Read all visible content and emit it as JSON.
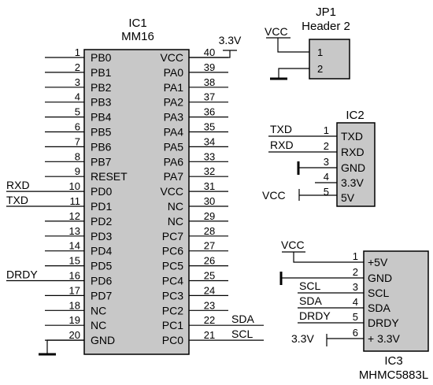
{
  "ic1": {
    "ref": "IC1",
    "part": "MM16",
    "left_pins": [
      {
        "num": "1",
        "name": "PB0",
        "net": ""
      },
      {
        "num": "2",
        "name": "PB1",
        "net": ""
      },
      {
        "num": "3",
        "name": "PB2",
        "net": ""
      },
      {
        "num": "4",
        "name": "PB3",
        "net": ""
      },
      {
        "num": "5",
        "name": "PB4",
        "net": ""
      },
      {
        "num": "6",
        "name": "PB5",
        "net": ""
      },
      {
        "num": "7",
        "name": "PB6",
        "net": ""
      },
      {
        "num": "8",
        "name": "PB7",
        "net": ""
      },
      {
        "num": "9",
        "name": "RESET",
        "net": ""
      },
      {
        "num": "10",
        "name": "PD0",
        "net": "RXD"
      },
      {
        "num": "11",
        "name": "PD1",
        "net": "TXD"
      },
      {
        "num": "12",
        "name": "PD2",
        "net": ""
      },
      {
        "num": "13",
        "name": "PD3",
        "net": ""
      },
      {
        "num": "14",
        "name": "PD4",
        "net": ""
      },
      {
        "num": "15",
        "name": "PD5",
        "net": ""
      },
      {
        "num": "16",
        "name": "PD6",
        "net": "DRDY"
      },
      {
        "num": "17",
        "name": "PD7",
        "net": ""
      },
      {
        "num": "18",
        "name": "NC",
        "net": ""
      },
      {
        "num": "19",
        "name": "NC",
        "net": ""
      },
      {
        "num": "20",
        "name": "GND",
        "net": ""
      }
    ],
    "right_pins": [
      {
        "num": "40",
        "name": "VCC",
        "net": "3.3V"
      },
      {
        "num": "39",
        "name": "PA0",
        "net": ""
      },
      {
        "num": "38",
        "name": "PA1",
        "net": ""
      },
      {
        "num": "37",
        "name": "PA2",
        "net": ""
      },
      {
        "num": "36",
        "name": "PA3",
        "net": ""
      },
      {
        "num": "35",
        "name": "PA4",
        "net": ""
      },
      {
        "num": "34",
        "name": "PA5",
        "net": ""
      },
      {
        "num": "33",
        "name": "PA6",
        "net": ""
      },
      {
        "num": "32",
        "name": "PA7",
        "net": ""
      },
      {
        "num": "31",
        "name": "VCC",
        "net": ""
      },
      {
        "num": "30",
        "name": "NC",
        "net": ""
      },
      {
        "num": "29",
        "name": "NC",
        "net": ""
      },
      {
        "num": "28",
        "name": "PC7",
        "net": ""
      },
      {
        "num": "27",
        "name": "PC6",
        "net": ""
      },
      {
        "num": "26",
        "name": "PC5",
        "net": ""
      },
      {
        "num": "25",
        "name": "PC4",
        "net": ""
      },
      {
        "num": "24",
        "name": "PC3",
        "net": ""
      },
      {
        "num": "23",
        "name": "PC2",
        "net": ""
      },
      {
        "num": "22",
        "name": "PC1",
        "net": "SDA"
      },
      {
        "num": "21",
        "name": "PC0",
        "net": "SCL"
      }
    ]
  },
  "jp1": {
    "ref": "JP1",
    "part": "Header 2",
    "vcc_label": "VCC",
    "pins": [
      {
        "num": "1"
      },
      {
        "num": "2"
      }
    ]
  },
  "ic2": {
    "ref": "IC2",
    "pins": [
      {
        "num": "1",
        "name": "TXD",
        "net": "TXD"
      },
      {
        "num": "2",
        "name": "RXD",
        "net": "RXD"
      },
      {
        "num": "3",
        "name": "GND",
        "net": ""
      },
      {
        "num": "4",
        "name": "3.3V",
        "net": ""
      },
      {
        "num": "5",
        "name": "5V",
        "net": "VCC"
      }
    ]
  },
  "ic3": {
    "ref": "IC3",
    "part": "MHMC5883L",
    "vcc_label": "VCC",
    "pins": [
      {
        "num": "1",
        "name": "+5V",
        "net": ""
      },
      {
        "num": "2",
        "name": "GND",
        "net": ""
      },
      {
        "num": "3",
        "name": "SCL",
        "net": "SCL"
      },
      {
        "num": "4",
        "name": "SDA",
        "net": "SDA"
      },
      {
        "num": "5",
        "name": "DRDY",
        "net": "DRDY"
      },
      {
        "num": "6",
        "name": "+ 3.3V",
        "net": "3.3V"
      }
    ]
  }
}
